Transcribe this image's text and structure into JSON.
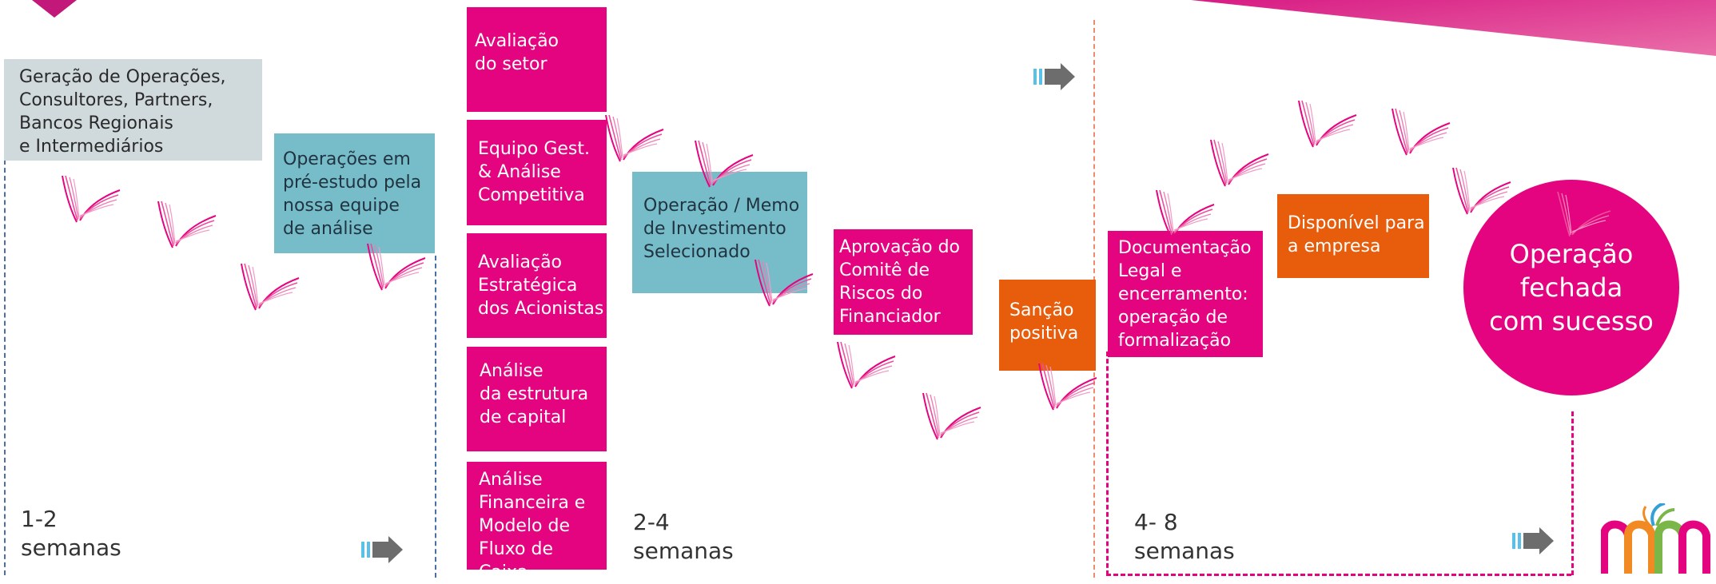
{
  "boxes": {
    "origination": "Geração de Operações,\nConsultores, Partners,\nBancos Regionais\ne Intermediários",
    "pre_study": "Operações em\npré-estudo pela\nnossa equipe\nde análise",
    "sector": "Avaliação\ndo setor",
    "team": "Equipo Gest.\n& Análise\nCompetitiva",
    "shareholders": "Avaliação\nEstratégica\ndos Acionistas",
    "capital": "Análise\nda estrutura\nde capital",
    "financial": "Análise\nFinanceira e\nModelo de\nFluxo de Caixa",
    "memo": "Operação / Memo\nde Investimento\nSelecionado",
    "committee": "Aprovação do\nComitê de\nRiscos do\nFinanciador",
    "sanction": "Sanção\npositiva",
    "documentation": "Documentação\nLegal e\nencerramento:\noperação de\nformalização",
    "available": "Disponível para\na empresa",
    "closed": "Operação\nfechada\ncom sucesso"
  },
  "phases": {
    "phase1": "1-2\nsemanas",
    "phase2": "2-4\nsemanas",
    "phase3": "4- 8\nsemanas"
  },
  "colors": {
    "pink": "#e5047f",
    "teal": "#77bcc9",
    "grey": "#d0d9dc",
    "orange": "#e85d0c",
    "arrow_grey": "#6d6d6d",
    "arrow_blue": "#5bc0e8"
  },
  "icons": [
    "wing-icon",
    "next-arrow-icon",
    "logo-mm"
  ]
}
